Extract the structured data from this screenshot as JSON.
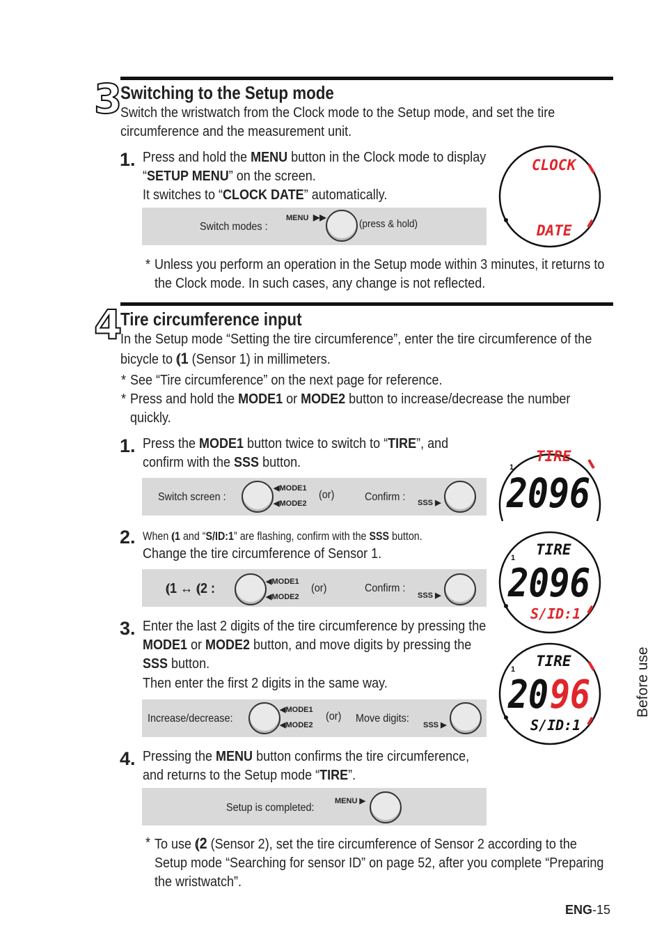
{
  "section3": {
    "number": "3",
    "title": "Switching to the Setup mode",
    "intro": "Switch the wristwatch from the Clock mode to the Setup mode, and set the tire circumference and the measurement unit.",
    "step1": {
      "num": "1.",
      "line1_a": "Press and hold the ",
      "line1_b": "MENU",
      "line1_c": " button in the Clock mode to display “",
      "line1_d": "SETUP MENU",
      "line1_e": "” on the screen.",
      "line2_a": "It switches to “",
      "line2_b": "CLOCK DATE",
      "line2_c": "” automatically.",
      "box_label": "Switch modes :",
      "box_menu": "MENU",
      "box_hint": "(press & hold)",
      "watch_top": "CLOCK",
      "watch_bottom": "DATE"
    },
    "note": "Unless you perform an operation in the Setup mode within 3 minutes, it returns to the Clock mode. In such cases, any change is not reflected."
  },
  "section4": {
    "number": "4",
    "title": "Tire circumference input",
    "intro_a": "In the Setup mode “Setting the tire circumference”, enter the tire circumference of the bicycle to ",
    "intro_b": " (Sensor 1) in millimeters.",
    "note1": "See “Tire circumference” on the next page for reference.",
    "note2_a": "Press and hold the ",
    "note2_b": "MODE1",
    "note2_c": " or ",
    "note2_d": "MODE2",
    "note2_e": " button to increase/decrease the number quickly.",
    "step1": {
      "num": "1.",
      "a": "Press the ",
      "b": "MODE1",
      "c": " button twice to switch to “",
      "d": "TIRE",
      "e": "”, and confirm with the ",
      "f": "SSS",
      "g": " button.",
      "box_label": "Switch screen :",
      "mode1": "MODE1",
      "mode2": "MODE2",
      "or": "(or)",
      "confirm": "Confirm :",
      "sss": "SSS"
    },
    "step2": {
      "num": "2.",
      "a": "When ",
      "b": " and “",
      "c": "S/ID:1",
      "d": "” are flashing, confirm with the ",
      "e": "SSS",
      "f": " button.",
      "line2": "Change the tire circumference of Sensor 1.",
      "arrow": "↔",
      "colon": ":",
      "mode1": "MODE1",
      "mode2": "MODE2",
      "or": "(or)",
      "confirm": "Confirm :",
      "sss": "SSS"
    },
    "step3": {
      "num": "3.",
      "a": "Enter the last 2 digits of the tire circumference by pressing the ",
      "b": "MODE1",
      "c": " or ",
      "d": "MODE2",
      "e": " button, and move digits by pressing the ",
      "f": "SSS",
      "g": " button.",
      "line2": "Then enter the first 2 digits in the same way.",
      "box_label": "Increase/decrease:",
      "mode1": "MODE1",
      "mode2": "MODE2",
      "or": "(or)",
      "move": "Move digits:",
      "sss": "SSS"
    },
    "step4": {
      "num": "4.",
      "a": "Pressing the ",
      "b": "MENU",
      "c": " button confirms the tire circumference, and returns to the Setup mode “",
      "d": "TIRE",
      "e": "”.",
      "box_label": "Setup is completed:",
      "menu": "MENU"
    },
    "note3_a": "To use ",
    "note3_b": " (Sensor 2), set the tire circumference of Sensor 2 according to the Setup mode “Searching for sensor ID” on page 52, after you complete “Preparing the wristwatch”.",
    "watch1": {
      "top": "TIRE",
      "value": "2096"
    },
    "watch2": {
      "top": "TIRE",
      "value": "2096",
      "bottom": "S/ID:1"
    },
    "watch3": {
      "top": "TIRE",
      "value_a": "20",
      "value_b": "96",
      "bottom": "S/ID:1"
    }
  },
  "side_tab": "Before use",
  "footer": {
    "lang": "ENG",
    "page": "-15"
  },
  "sensor1_label": "1",
  "sensor2_label": "2",
  "colors": {
    "lcd_red": "#e0262b",
    "box_gray": "#d9d9d9"
  }
}
